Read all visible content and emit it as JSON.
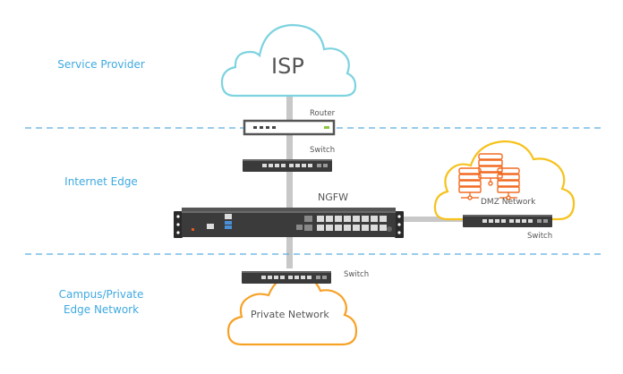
{
  "zones": [
    {
      "id": "service-provider",
      "label": "Service Provider"
    },
    {
      "id": "internet-edge",
      "label": "Internet Edge"
    },
    {
      "id": "campus",
      "label_line1": "Campus/Private",
      "label_line2": "Edge Network"
    }
  ],
  "clouds": {
    "isp": {
      "label": "ISP",
      "color": "#7dd3df"
    },
    "dmz": {
      "label": "DMZ Network",
      "color": "#f6c21c"
    },
    "private": {
      "label": "Private Network",
      "color": "#f7a125"
    }
  },
  "devices": {
    "router": {
      "label": "Router"
    },
    "switch_top": {
      "label": "Switch"
    },
    "ngfw": {
      "label": "NGFW"
    },
    "switch_dmz": {
      "label": "Switch"
    },
    "switch_bottom": {
      "label": "Switch"
    }
  },
  "colors": {
    "zone_text": "#3fa9e0",
    "divider": "#5aaee0",
    "link": "#c8c8c8",
    "server_icon": "#f26b22",
    "router_led": "#8cc63f"
  }
}
